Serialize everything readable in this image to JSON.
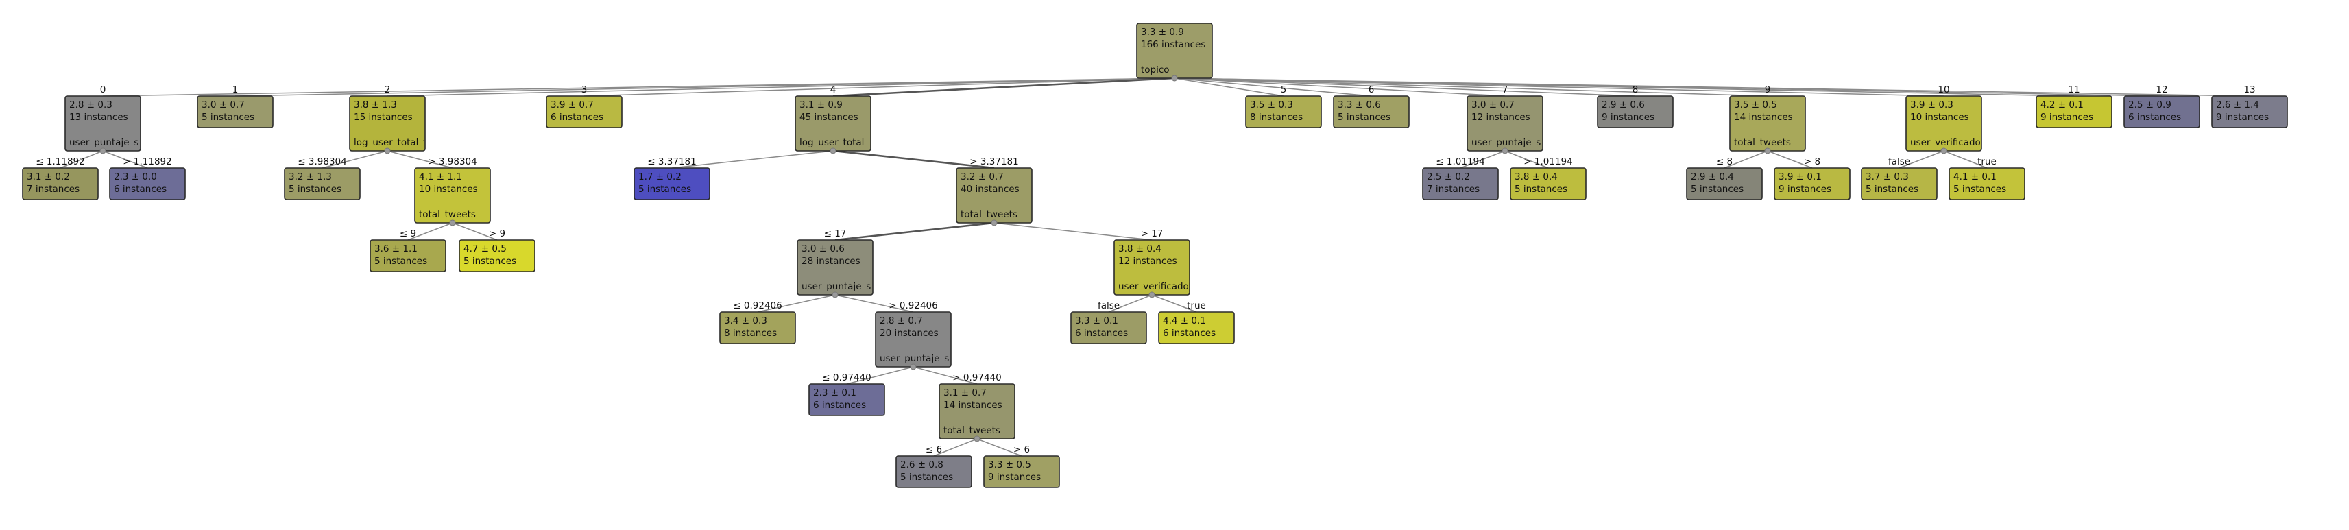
{
  "tree": {
    "nodes": [
      {
        "id": "root",
        "color": "#9d9d69",
        "lines": [
          "3.3 ± 0.9",
          "166 instances"
        ],
        "split": "topico"
      },
      {
        "id": "t0",
        "color": "#878787",
        "lines": [
          "2.8 ± 0.3",
          "13 instances"
        ],
        "split": "user_puntaje_sigs"
      },
      {
        "id": "t0a",
        "color": "#96965e",
        "lines": [
          "3.1 ± 0.2",
          "7 instances"
        ]
      },
      {
        "id": "t0b",
        "color": "#6d6d97",
        "lines": [
          "2.3 ± 0.0",
          "6 instances"
        ]
      },
      {
        "id": "t1",
        "color": "#9a9a6c",
        "lines": [
          "3.0 ± 0.7",
          "5 instances"
        ]
      },
      {
        "id": "t2",
        "color": "#b4b43c",
        "lines": [
          "3.8 ± 1.3",
          "15 instances"
        ],
        "split": "log_user_total_followers"
      },
      {
        "id": "t2a",
        "color": "#9c9c66",
        "lines": [
          "3.2 ± 1.3",
          "5 instances"
        ]
      },
      {
        "id": "t2b",
        "color": "#c3c33a",
        "lines": [
          "4.1 ± 1.1",
          "10 instances"
        ],
        "split": "total_tweets"
      },
      {
        "id": "t2b1",
        "color": "#a8a84e",
        "lines": [
          "3.6 ± 1.1",
          "5 instances"
        ]
      },
      {
        "id": "t2b2",
        "color": "#d8d82c",
        "lines": [
          "4.7 ± 0.5",
          "5 instances"
        ]
      },
      {
        "id": "t3",
        "color": "#b9b942",
        "lines": [
          "3.9 ± 0.7",
          "6 instances"
        ]
      },
      {
        "id": "t4",
        "color": "#9a9a6a",
        "lines": [
          "3.1 ± 0.9",
          "45 instances"
        ],
        "split": "log_user_total_followers"
      },
      {
        "id": "t4a",
        "color": "#4e4ec0",
        "lines": [
          "1.7 ± 0.2",
          "5 instances"
        ]
      },
      {
        "id": "t4b",
        "color": "#9c9c66",
        "lines": [
          "3.2 ± 0.7",
          "40 instances"
        ],
        "split": "total_tweets"
      },
      {
        "id": "t4b1",
        "color": "#8d8d7a",
        "lines": [
          "3.0 ± 0.6",
          "28 instances"
        ],
        "split": "user_puntaje_sigs"
      },
      {
        "id": "t4b1a",
        "color": "#a3a35c",
        "lines": [
          "3.4 ± 0.3",
          "8 instances"
        ]
      },
      {
        "id": "t4b1b",
        "color": "#878787",
        "lines": [
          "2.8 ± 0.7",
          "20 instances"
        ],
        "split": "user_puntaje_sigs"
      },
      {
        "id": "t4b1b1",
        "color": "#6d6d97",
        "lines": [
          "2.3 ± 0.1",
          "6 instances"
        ]
      },
      {
        "id": "t4b1b2",
        "color": "#96966d",
        "lines": [
          "3.1 ± 0.7",
          "14 instances"
        ],
        "split": "total_tweets"
      },
      {
        "id": "t4b1b2a",
        "color": "#7e7e88",
        "lines": [
          "2.6 ± 0.8",
          "5 instances"
        ]
      },
      {
        "id": "t4b1b2b",
        "color": "#a0a064",
        "lines": [
          "3.3 ± 0.5",
          "9 instances"
        ]
      },
      {
        "id": "t4b2",
        "color": "#bdbd3e",
        "lines": [
          "3.8 ± 0.4",
          "12 instances"
        ],
        "split": "user_verificado"
      },
      {
        "id": "t4b2a",
        "color": "#9c9c66",
        "lines": [
          "3.3 ± 0.1",
          "6 instances"
        ]
      },
      {
        "id": "t4b2b",
        "color": "#cdcd33",
        "lines": [
          "4.4 ± 0.1",
          "6 instances"
        ]
      },
      {
        "id": "t5",
        "color": "#adad52",
        "lines": [
          "3.5 ± 0.3",
          "8 instances"
        ]
      },
      {
        "id": "t6",
        "color": "#a0a064",
        "lines": [
          "3.3 ± 0.6",
          "5 instances"
        ]
      },
      {
        "id": "t7",
        "color": "#959570",
        "lines": [
          "3.0 ± 0.7",
          "12 instances"
        ],
        "split": "user_puntaje_sigs"
      },
      {
        "id": "t7a",
        "color": "#78788c",
        "lines": [
          "2.5 ± 0.2",
          "7 instances"
        ]
      },
      {
        "id": "t7b",
        "color": "#bdbd3e",
        "lines": [
          "3.8 ± 0.4",
          "5 instances"
        ]
      },
      {
        "id": "t8",
        "color": "#868682",
        "lines": [
          "2.9 ± 0.6",
          "9 instances"
        ]
      },
      {
        "id": "t9",
        "color": "#a8a85a",
        "lines": [
          "3.5 ± 0.5",
          "14 instances"
        ],
        "split": "total_tweets"
      },
      {
        "id": "t9a",
        "color": "#858578",
        "lines": [
          "2.9 ± 0.4",
          "5 instances"
        ]
      },
      {
        "id": "t9b",
        "color": "#b9b942",
        "lines": [
          "3.9 ± 0.1",
          "9 instances"
        ]
      },
      {
        "id": "t10",
        "color": "#bcbc40",
        "lines": [
          "3.9 ± 0.3",
          "10 instances"
        ],
        "split": "user_verificado"
      },
      {
        "id": "t10a",
        "color": "#b6b646",
        "lines": [
          "3.7 ± 0.3",
          "5 instances"
        ]
      },
      {
        "id": "t10b",
        "color": "#c3c33a",
        "lines": [
          "4.1 ± 0.1",
          "5 instances"
        ]
      },
      {
        "id": "t11",
        "color": "#c6c632",
        "lines": [
          "4.2 ± 0.1",
          "9 instances"
        ]
      },
      {
        "id": "t12",
        "color": "#717190",
        "lines": [
          "2.5 ± 0.9",
          "6 instances"
        ]
      },
      {
        "id": "t13",
        "color": "#7c7c8c",
        "lines": [
          "2.6 ± 1.4",
          "9 instances"
        ]
      }
    ],
    "edges": [
      {
        "from": "root",
        "to": "t0",
        "label": "0"
      },
      {
        "from": "root",
        "to": "t1",
        "label": "1"
      },
      {
        "from": "root",
        "to": "t2",
        "label": "2"
      },
      {
        "from": "root",
        "to": "t3",
        "label": "3"
      },
      {
        "from": "root",
        "to": "t4",
        "label": "4"
      },
      {
        "from": "root",
        "to": "t5",
        "label": "5"
      },
      {
        "from": "root",
        "to": "t6",
        "label": "6"
      },
      {
        "from": "root",
        "to": "t7",
        "label": "7"
      },
      {
        "from": "root",
        "to": "t8",
        "label": "8"
      },
      {
        "from": "root",
        "to": "t9",
        "label": "9"
      },
      {
        "from": "root",
        "to": "t10",
        "label": "10"
      },
      {
        "from": "root",
        "to": "t11",
        "label": "11"
      },
      {
        "from": "root",
        "to": "t12",
        "label": "12"
      },
      {
        "from": "root",
        "to": "t13",
        "label": "13"
      },
      {
        "from": "t0",
        "to": "t0a",
        "label": "≤ 1.11892"
      },
      {
        "from": "t0",
        "to": "t0b",
        "label": "> 1.11892"
      },
      {
        "from": "t2",
        "to": "t2a",
        "label": "≤ 3.98304"
      },
      {
        "from": "t2",
        "to": "t2b",
        "label": "> 3.98304"
      },
      {
        "from": "t2b",
        "to": "t2b1",
        "label": "≤ 9"
      },
      {
        "from": "t2b",
        "to": "t2b2",
        "label": "> 9"
      },
      {
        "from": "t4",
        "to": "t4a",
        "label": "≤ 3.37181"
      },
      {
        "from": "t4",
        "to": "t4b",
        "label": "> 3.37181"
      },
      {
        "from": "t4b",
        "to": "t4b1",
        "label": "≤ 17"
      },
      {
        "from": "t4b",
        "to": "t4b2",
        "label": "> 17"
      },
      {
        "from": "t4b1",
        "to": "t4b1a",
        "label": "≤ 0.92406"
      },
      {
        "from": "t4b1",
        "to": "t4b1b",
        "label": "> 0.92406"
      },
      {
        "from": "t4b1b",
        "to": "t4b1b1",
        "label": "≤ 0.97440"
      },
      {
        "from": "t4b1b",
        "to": "t4b1b2",
        "label": "> 0.97440"
      },
      {
        "from": "t4b1b2",
        "to": "t4b1b2a",
        "label": "≤ 6"
      },
      {
        "from": "t4b1b2",
        "to": "t4b1b2b",
        "label": "> 6"
      },
      {
        "from": "t4b2",
        "to": "t4b2a",
        "label": "false"
      },
      {
        "from": "t4b2",
        "to": "t4b2b",
        "label": "true"
      },
      {
        "from": "t7",
        "to": "t7a",
        "label": "≤ 1.01194"
      },
      {
        "from": "t7",
        "to": "t7b",
        "label": "> 1.01194"
      },
      {
        "from": "t9",
        "to": "t9a",
        "label": "≤ 8"
      },
      {
        "from": "t9",
        "to": "t9b",
        "label": "> 8"
      },
      {
        "from": "t10",
        "to": "t10a",
        "label": "false"
      },
      {
        "from": "t10",
        "to": "t10b",
        "label": "true"
      }
    ]
  }
}
